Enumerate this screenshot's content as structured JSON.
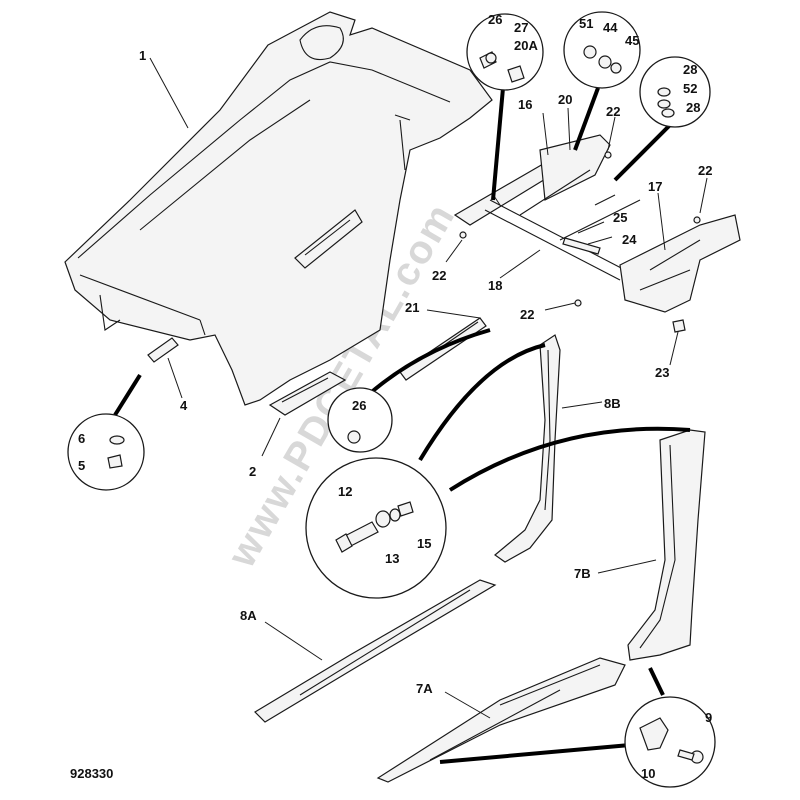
{
  "watermark": "www.PDCETAL.com",
  "drawing_number": "928330",
  "labels": {
    "l1": "1",
    "l2": "2",
    "l4": "4",
    "l5": "5",
    "l6": "6",
    "l7A": "7A",
    "l7B": "7B",
    "l8A": "8A",
    "l8B": "8B",
    "l9": "9",
    "l10": "10",
    "l12": "12",
    "l13": "13",
    "l15": "15",
    "l16": "16",
    "l17": "17",
    "l18": "18",
    "l20": "20",
    "l20A": "20A",
    "l21": "21",
    "l22a": "22",
    "l22b": "22",
    "l22c": "22",
    "l22d": "22",
    "l23": "23",
    "l24": "24",
    "l25": "25",
    "l26a": "26",
    "l26b": "26",
    "l27": "27",
    "l28a": "28",
    "l28b": "28",
    "l44": "44",
    "l45": "45",
    "l51": "51",
    "l52": "52"
  }
}
